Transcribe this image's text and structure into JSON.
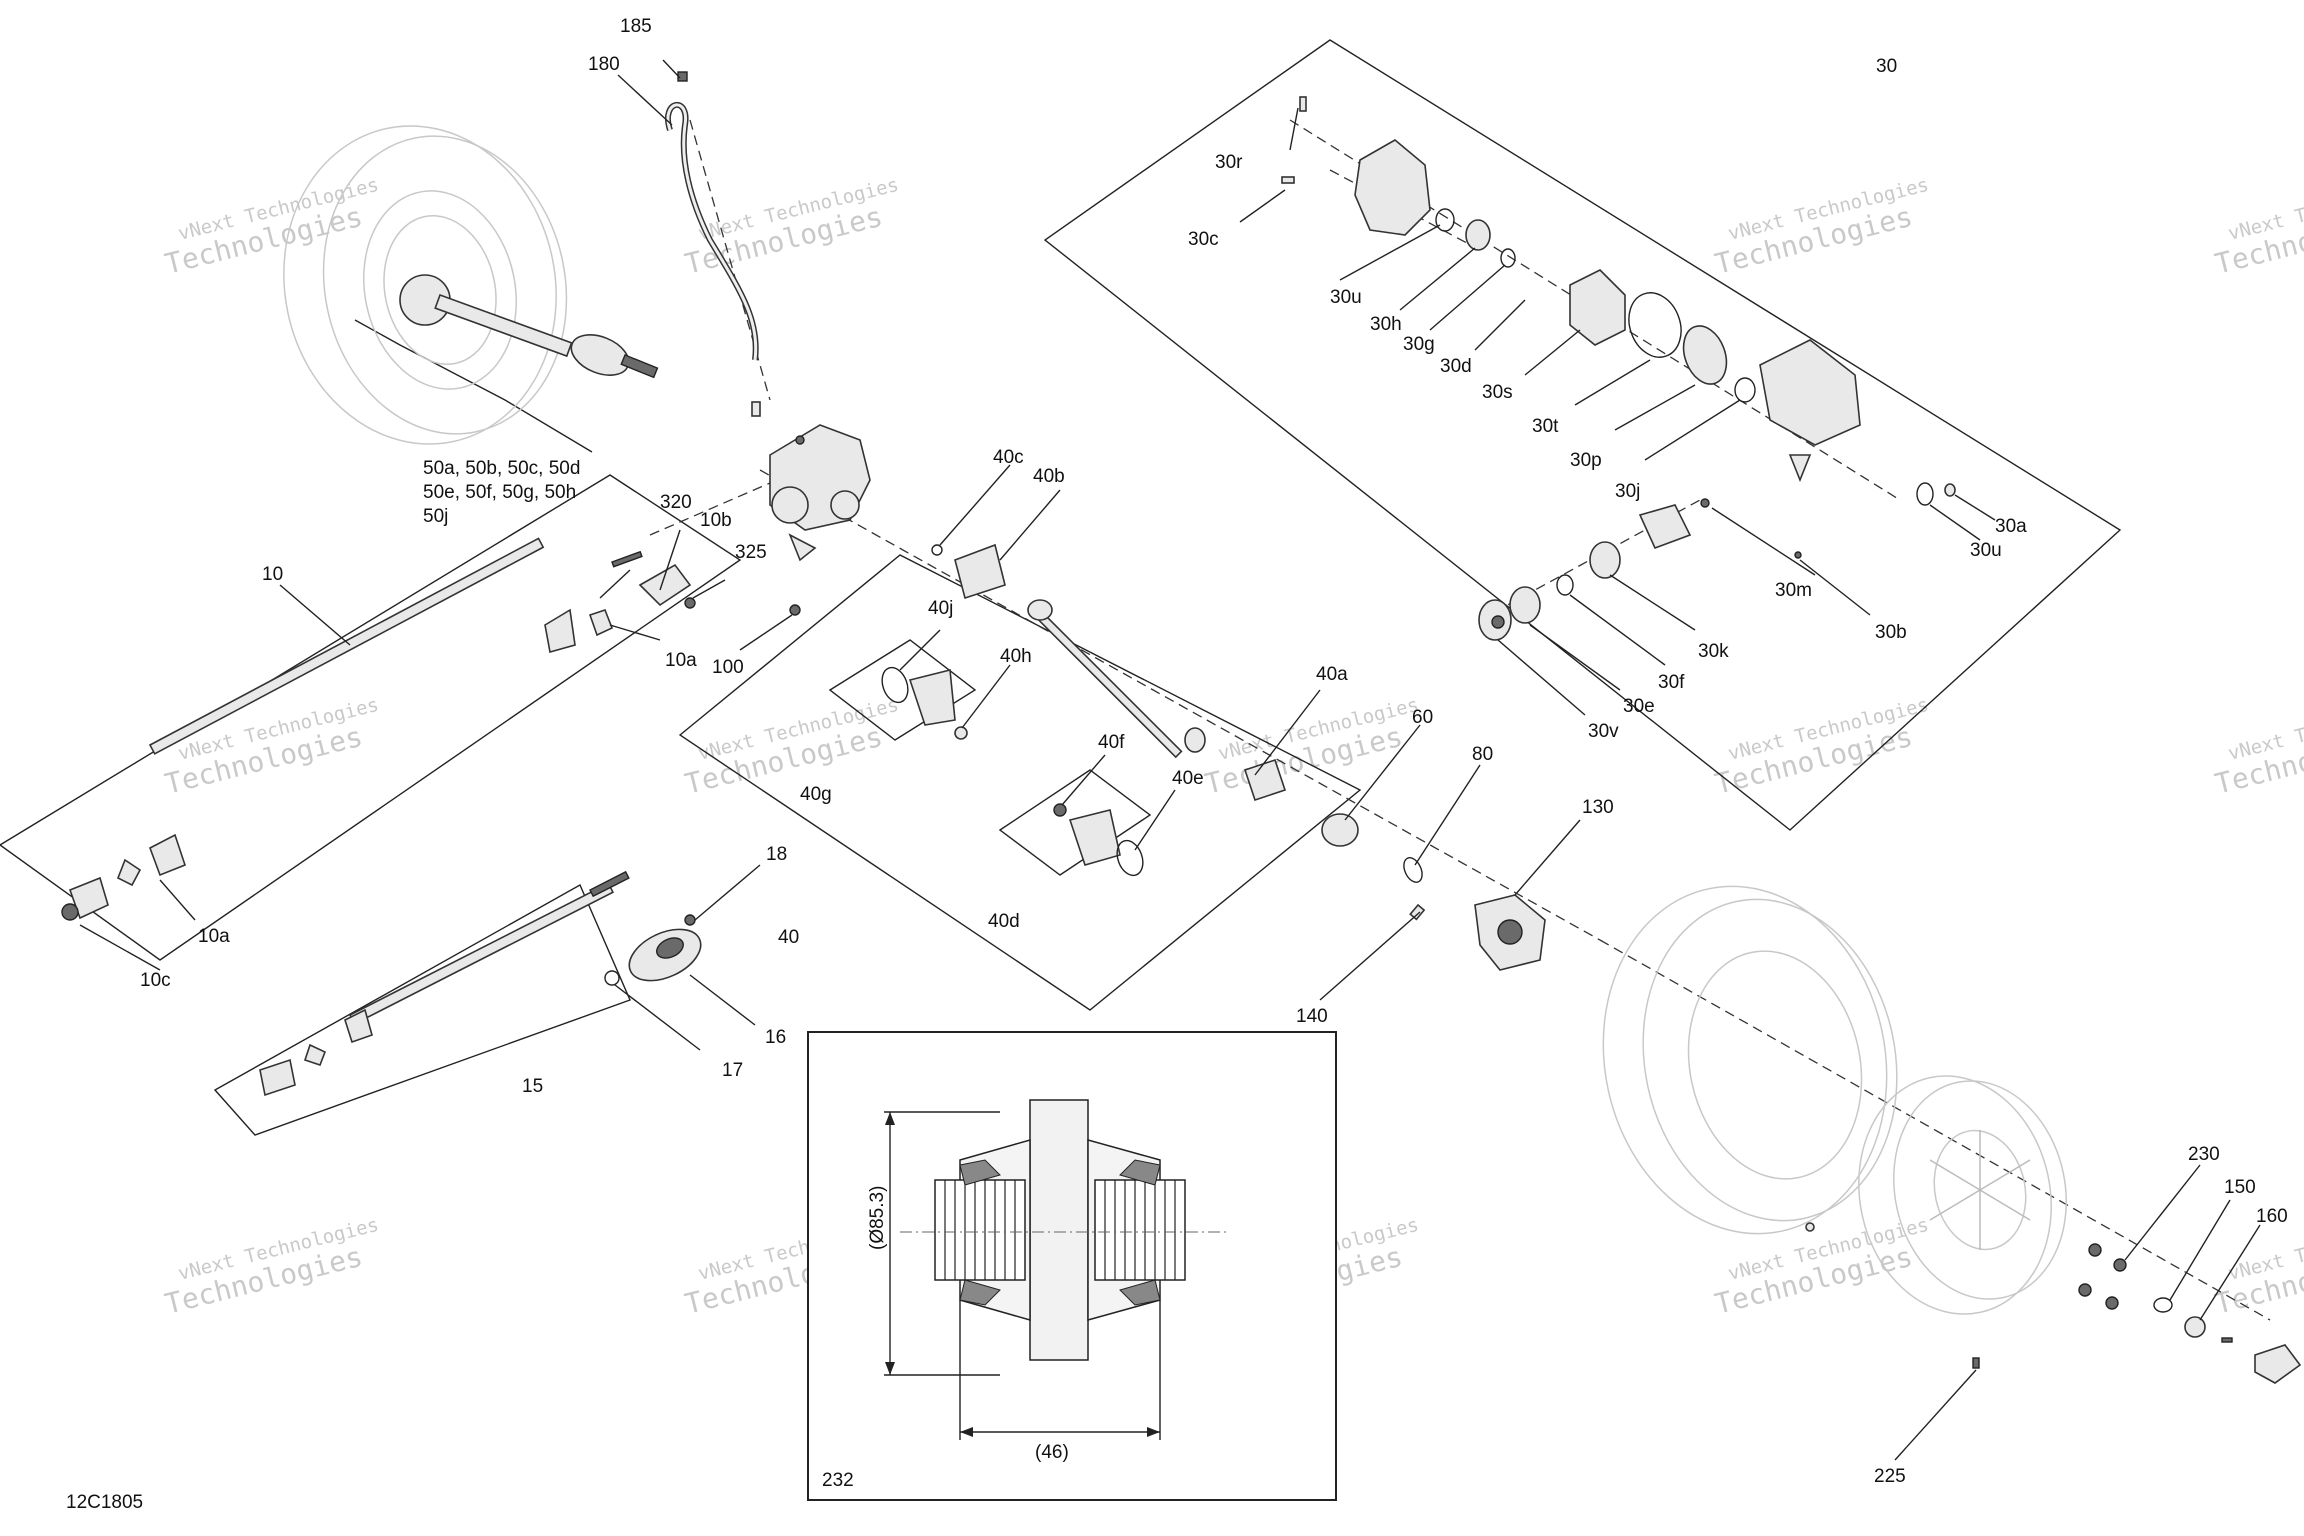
{
  "diagram_code": "12C1805",
  "watermark_line1": "vNext Technologies",
  "watermark_line2": "Technologies",
  "labels": {
    "l185": "185",
    "l180": "180",
    "l30": "30",
    "l30r": "30r",
    "l30c": "30c",
    "l30u_top": "30u",
    "l30h": "30h",
    "l30g": "30g",
    "l30d": "30d",
    "l30s": "30s",
    "l30t": "30t",
    "l30p": "30p",
    "l30j": "30j",
    "l30a": "30a",
    "l30u_right": "30u",
    "l30m": "30m",
    "l30b": "30b",
    "l30k": "30k",
    "l30f": "30f",
    "l30e": "30e",
    "l30v": "30v",
    "l50_line1": "50a, 50b, 50c, 50d",
    "l50_line2": "50e, 50f, 50g, 50h",
    "l50_line3": "50j",
    "l320": "320",
    "l10b": "10b",
    "l325": "325",
    "l10": "10",
    "l10a": "10a",
    "l100": "100",
    "l40c": "40c",
    "l40b": "40b",
    "l40j": "40j",
    "l40h": "40h",
    "l40g": "40g",
    "l40a": "40a",
    "l40f": "40f",
    "l40e": "40e",
    "l40d": "40d",
    "l40": "40",
    "l60": "60",
    "l80": "80",
    "l130": "130",
    "l140": "140",
    "l18": "18",
    "l16": "16",
    "l17": "17",
    "l15": "15",
    "l10a_low": "10a",
    "l10c": "10c",
    "l232": "232",
    "l230": "230",
    "l150": "150",
    "l160": "160",
    "l225": "225",
    "dim_diameter": "(Ø85.3)",
    "dim_width": "(46)"
  }
}
